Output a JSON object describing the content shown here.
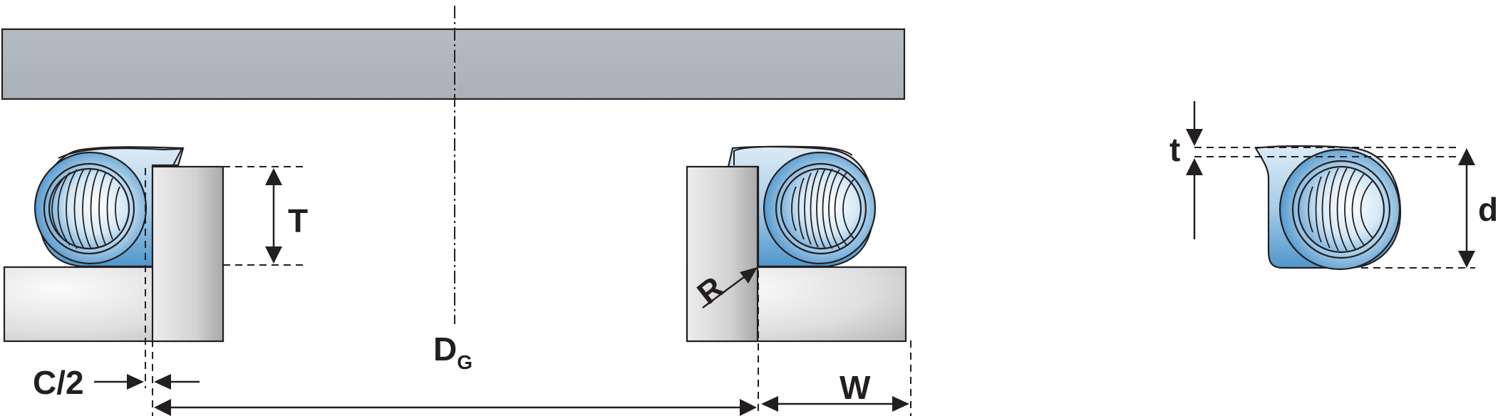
{
  "diagram": {
    "labels": {
      "T": "T",
      "R": "R",
      "C_half": "C/2",
      "D_main": "D",
      "D_sub": "G",
      "W": "W",
      "t": "t",
      "d": "d"
    },
    "colors": {
      "shaft_fill": "#b0b7bf",
      "spring_fill": "#7fb4d8",
      "spring_light": "#e4f1fa",
      "spring_dark": "#3d88c3",
      "block_light": "#f2f2f2",
      "block_dark": "#a8a8a8",
      "line": "#231f20"
    }
  }
}
